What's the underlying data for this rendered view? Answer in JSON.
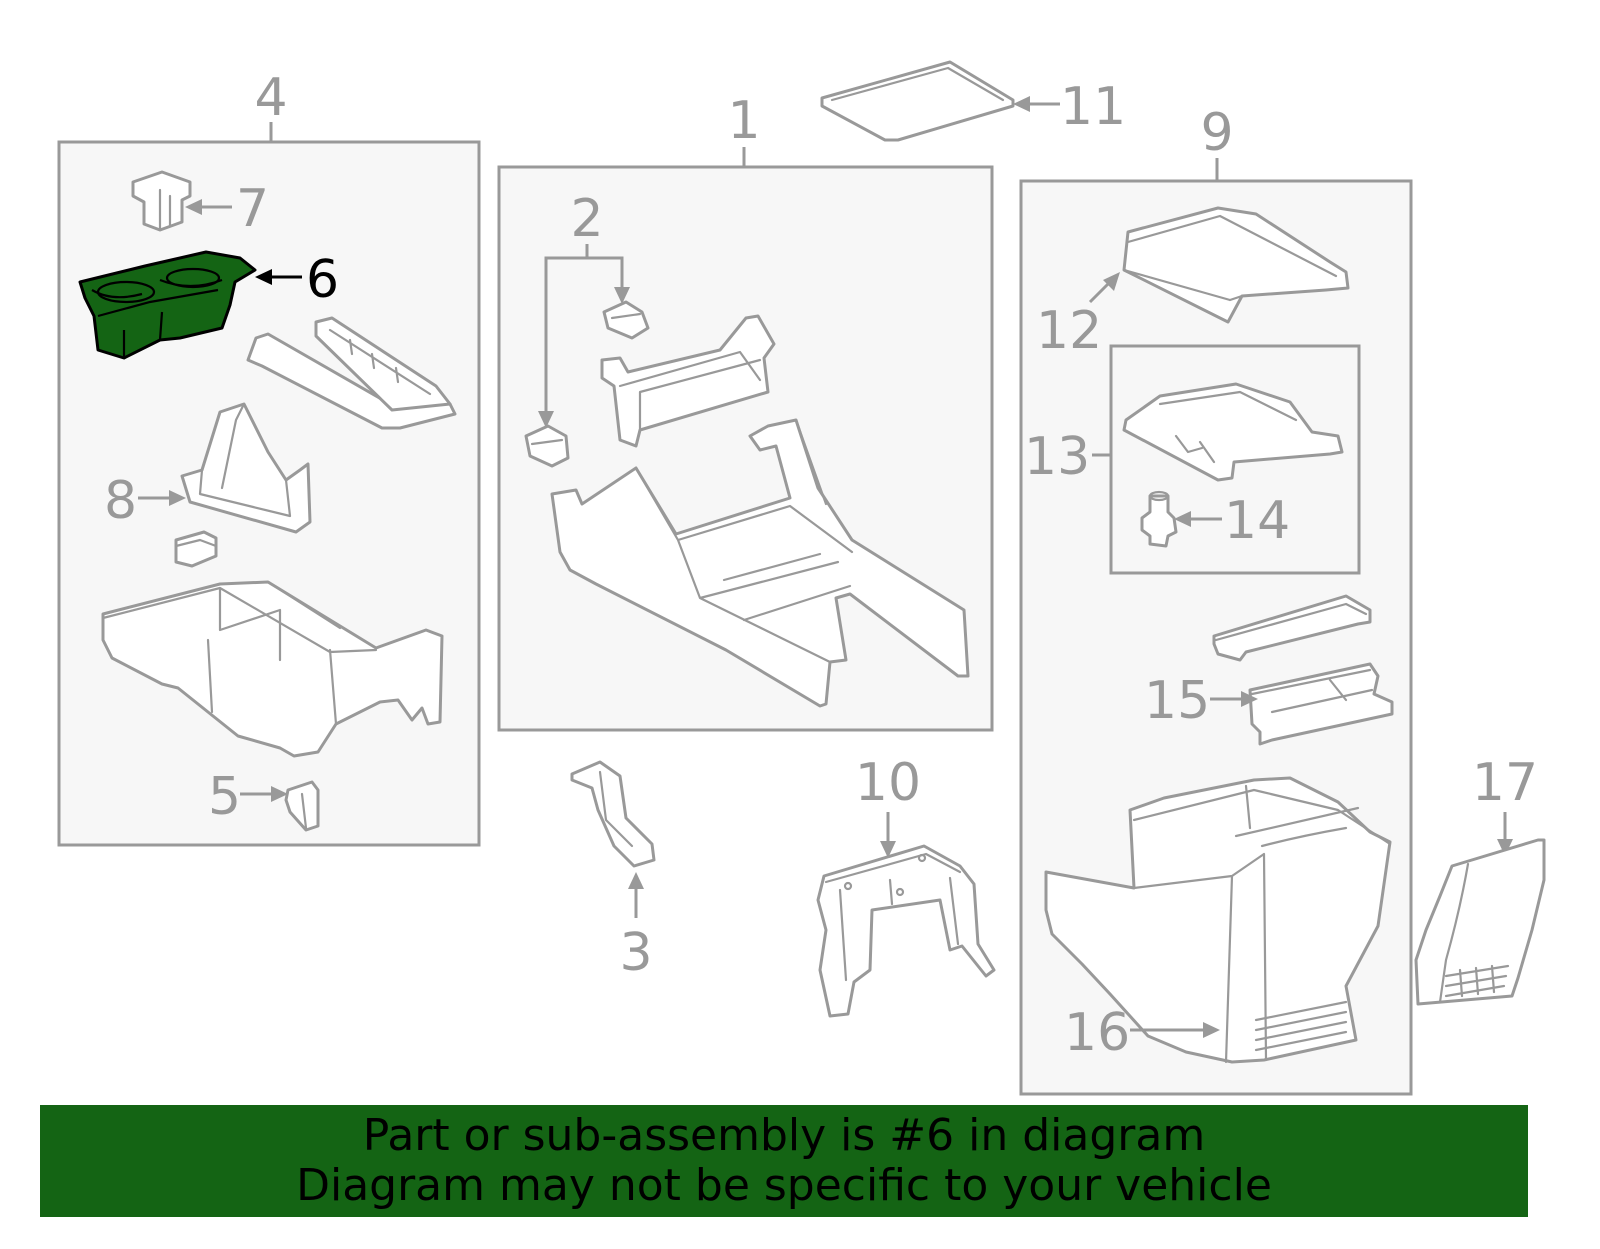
{
  "banner": {
    "line1": "Part or sub-assembly is #6 in diagram",
    "line2": "Diagram may not be specific to your vehicle"
  },
  "callouts": {
    "c1": "1",
    "c2": "2",
    "c3": "3",
    "c4": "4",
    "c5": "5",
    "c6": "6",
    "c7": "7",
    "c8": "8",
    "c9": "9",
    "c10": "10",
    "c11": "11",
    "c12": "12",
    "c13": "13",
    "c14": "14",
    "c15": "15",
    "c16": "16",
    "c17": "17"
  },
  "highlighted_part": "6",
  "colors": {
    "highlight": "#146414",
    "line_gray": "#999999",
    "box_fill": "#f7f7f7"
  }
}
